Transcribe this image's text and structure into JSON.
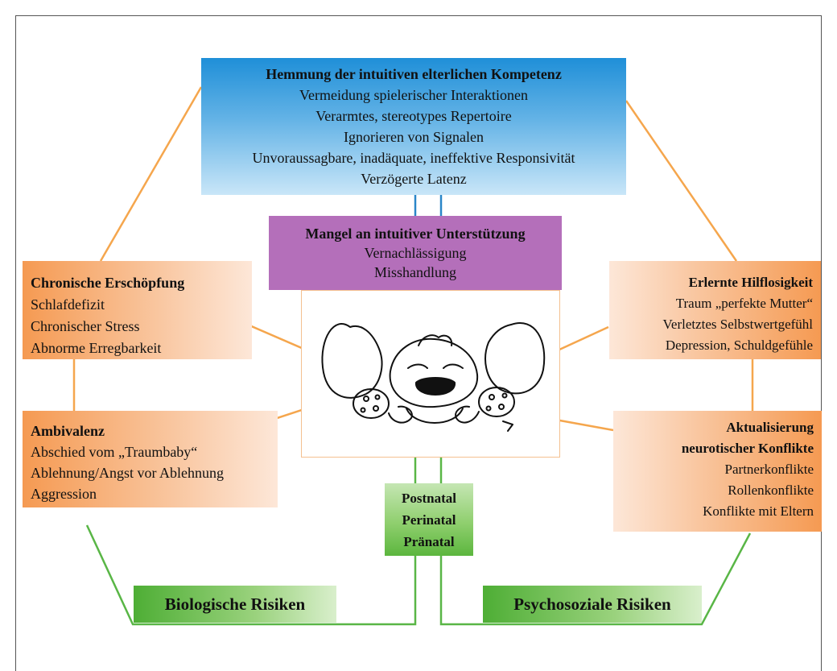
{
  "top": {
    "title": "Hemmung der intuitiven elterlichen Kompetenz",
    "lines": [
      "Vermeidung spielerischer Interaktionen",
      "Verarmtes, stereotypes Repertoire",
      "Ignorieren von Signalen",
      "Unvoraussagbare, inadäquate, ineffektive Responsivität",
      "Verzögerte Latenz"
    ]
  },
  "middle": {
    "title": "Mangel an intuitiver Unterstützung",
    "lines": [
      "Vernachlässigung",
      "Misshandlung"
    ]
  },
  "top_left": {
    "title": "Chronische Erschöpfung",
    "lines": [
      "Schlafdefizit",
      "Chronischer Stress",
      "Abnorme Erregbarkeit"
    ]
  },
  "bottom_left": {
    "title": "Ambivalenz",
    "lines": [
      "Abschied vom „Traumbaby“",
      "Ablehnung/Angst vor Ablehnung",
      "Aggression"
    ]
  },
  "top_right": {
    "title": "Erlernte Hilflosigkeit",
    "lines": [
      "Traum „perfekte Mutter“",
      "Verletztes Selbstwertgefühl",
      "Depression, Schuldgefühle"
    ]
  },
  "bottom_right": {
    "title_lines": [
      "Aktualisierung",
      "neurotischer Konflikte"
    ],
    "lines": [
      "Partnerkonflikte",
      "Rollenkonflikte",
      "Konflikte mit Eltern"
    ]
  },
  "periods": [
    "Postnatal",
    "Perinatal",
    "Pränatal"
  ],
  "risks": {
    "biological": "Biologische Risiken",
    "psychosocial": "Psychosoziale Risiken"
  },
  "colors": {
    "orange_line": "#f5a64d",
    "green_line": "#59b646",
    "blue_line": "#2a86c8",
    "purple_line": "#b46fba",
    "top_box": "#1f8fd8",
    "middle_box": "#b46fba",
    "orange_box": "#f59a52",
    "green_box": "#5cb63e"
  },
  "illustration": {
    "icon": "crying-baby-icon"
  }
}
